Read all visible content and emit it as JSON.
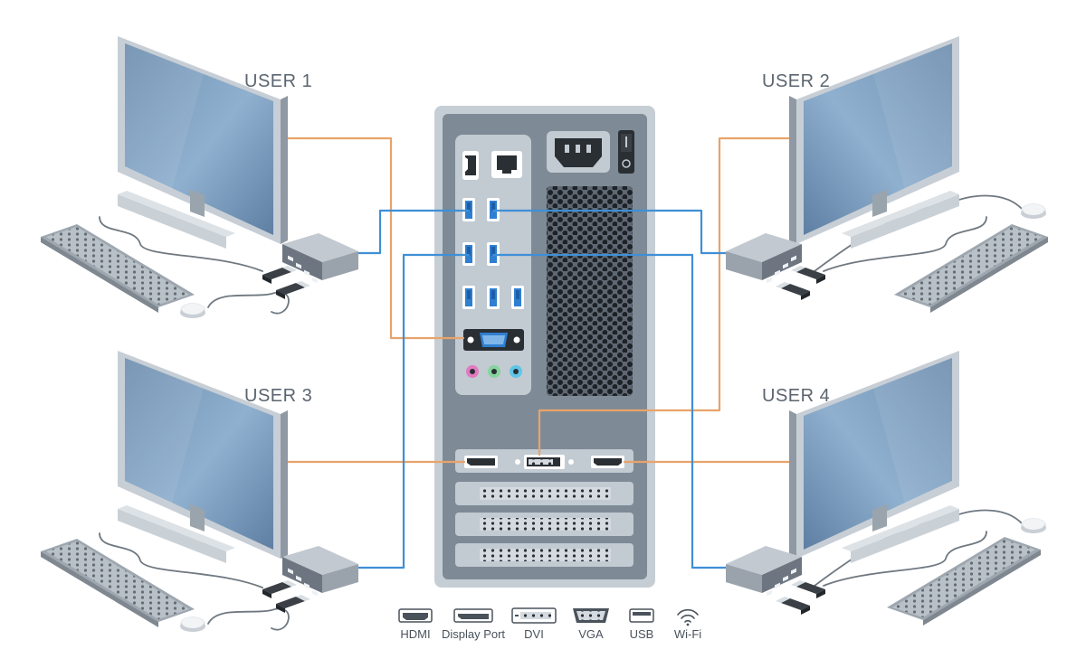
{
  "users": [
    {
      "label": "USER 1"
    },
    {
      "label": "USER 2"
    },
    {
      "label": "USER 3"
    },
    {
      "label": "USER 4"
    }
  ],
  "legend": [
    {
      "label": "HDMI",
      "icon": "hdmi-icon"
    },
    {
      "label": "Display Port",
      "icon": "displayport-icon"
    },
    {
      "label": "DVI",
      "icon": "dvi-icon"
    },
    {
      "label": "VGA",
      "icon": "vga-icon"
    },
    {
      "label": "USB",
      "icon": "usb-icon"
    },
    {
      "label": "Wi-Fi",
      "icon": "wifi-icon"
    }
  ],
  "colors": {
    "video_cable": "#e8a36a",
    "usb_cable": "#3f8fd6",
    "tower_body": "#c3cbd3",
    "tower_panel": "#7d8894",
    "monitor_frame": "#b9c1c9",
    "monitor_screen": "#6f93b8",
    "port_blue": "#2f7fd0"
  }
}
